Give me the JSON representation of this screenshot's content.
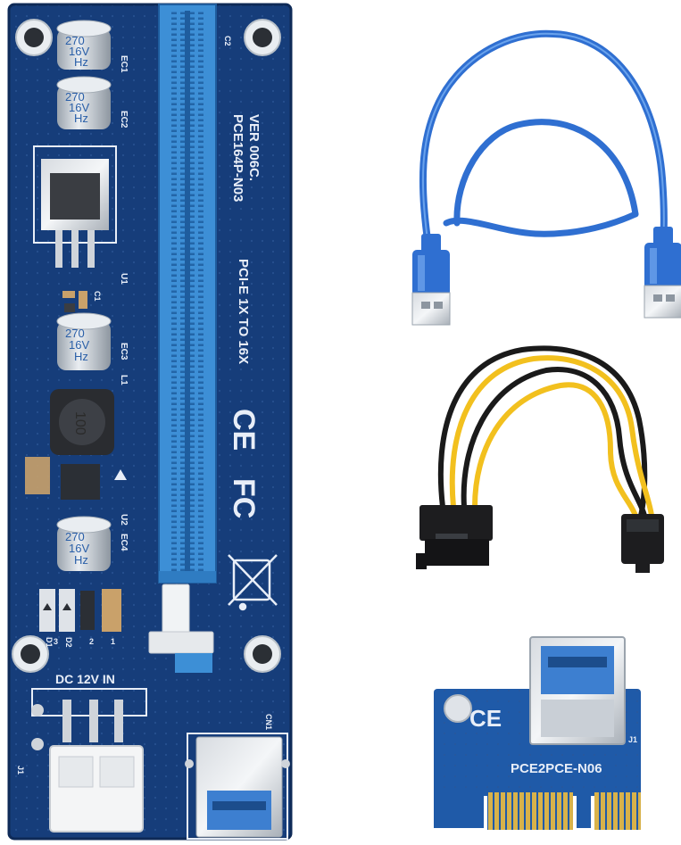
{
  "riser_board": {
    "model": "PCE164P-N03",
    "version": "VER 006C.",
    "spec": "PCI-E 1X TO 16X",
    "power_label": "DC 12V IN",
    "marks": [
      "CE",
      "FC"
    ],
    "component_labels": [
      "EC1",
      "EC2",
      "EC3",
      "EC4",
      "U1",
      "U2",
      "L1",
      "C1",
      "C2",
      "CN1",
      "J1",
      "D1",
      "D2"
    ],
    "capacitor_marking": {
      "value": "270",
      "voltage": "16V",
      "unit": "Hz"
    },
    "inductor_marking": "100",
    "cap_bottom_codes": [
      "3",
      "2",
      "1"
    ]
  },
  "adapter_card": {
    "model": "PCE2PCE-N06",
    "mark": "CE",
    "connector_label": "J1"
  },
  "colors": {
    "pcb_blue": "#163d7a",
    "pcie_slot": "#3d8fd6",
    "usb_cable": "#2f6fd1",
    "wire_yellow": "#f2c01e",
    "wire_black": "#1a1a1a"
  }
}
